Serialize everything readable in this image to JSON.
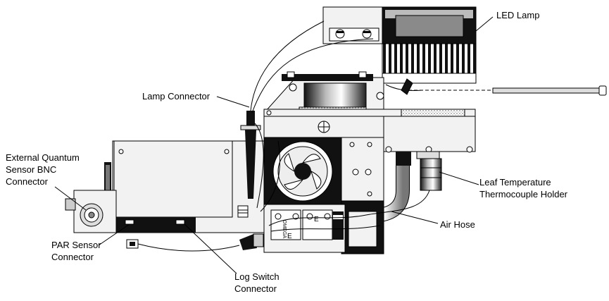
{
  "labels": {
    "led_lamp": "LED Lamp",
    "lamp_connector": "Lamp Connector",
    "external_quantum": [
      "External Quantum",
      "Sensor BNC",
      "Connector"
    ],
    "leaf_temperature": [
      "Leaf Temperature",
      "Thermocouple Holder"
    ],
    "air_hose": "Air Hose",
    "par_sensor": [
      "PAR Sensor",
      "Connector"
    ],
    "log_switch": [
      "Log Switch",
      "Connector"
    ]
  },
  "omega_plate": {
    "brand": "OMEGA",
    "letter": "E"
  },
  "colors": {
    "outline": "#000000",
    "body_fill": "#f2f2f2",
    "dark": "#111111",
    "mid_gray": "#9a9a9a"
  }
}
